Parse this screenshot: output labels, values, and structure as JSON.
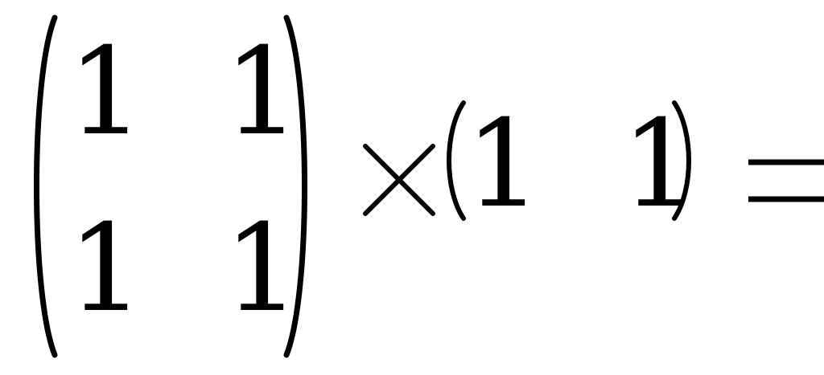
{
  "matrix": {
    "cells": [
      [
        "1",
        "1"
      ],
      [
        "1",
        "1"
      ]
    ]
  },
  "operator": "×",
  "row_vector": {
    "cells": [
      "1",
      "1"
    ]
  },
  "relation": "="
}
